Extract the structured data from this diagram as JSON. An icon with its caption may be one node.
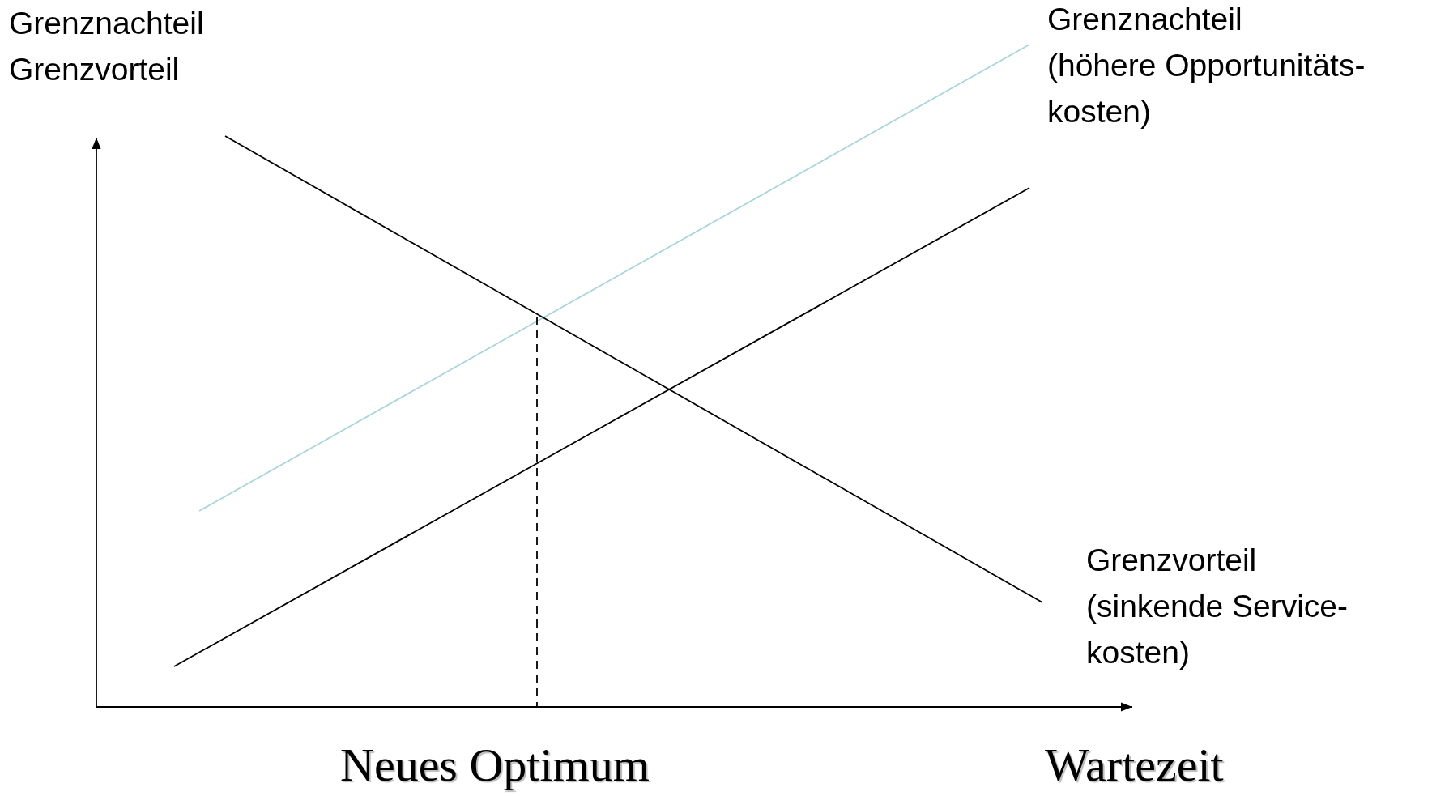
{
  "diagram": {
    "labels": [
      "Grenznachteil",
      "Grenzvorteil",
      "Grenznachteil",
      "(höhere Opportunitäts- kosten)",
      "Grenzvorteil",
      "(sinkende Service- kosten)",
      "Neues Optimum",
      "Wartezeit"
    ]
  }
}
